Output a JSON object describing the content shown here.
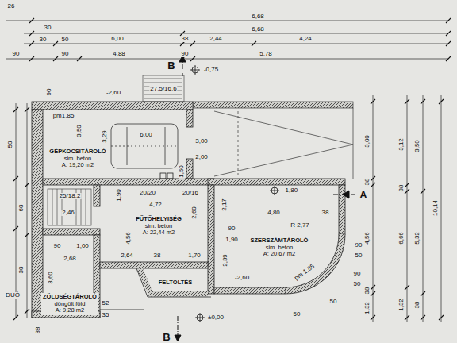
{
  "diagram": {
    "nodes": [
      {
        "text": [
          "GÉPKOCSITÁROLÓ",
          "sim. beton",
          "A: 19,20 m2"
        ]
      },
      {
        "text": [
          "FŰTŐHELYISÉG",
          "sim. beton",
          "A: 22,44 m2"
        ]
      },
      {
        "text": [
          "SZERSZÁMTÁROLÓ",
          "sim. beton",
          "A: 20,67 m2"
        ]
      },
      {
        "text": [
          "ZÖLDSÉGTÁROLÓ",
          "döngölt föld",
          "A: 9,28 m2"
        ]
      },
      {
        "text": [
          "FELTÖLTÉS"
        ]
      }
    ],
    "labels": [
      "26",
      "6,68",
      "6,68",
      "30",
      "30",
      "50",
      "6,00",
      "38",
      "2,44",
      "4,24",
      "90",
      "90",
      "4,88",
      "90",
      "5,78",
      "B",
      "-0,75",
      "27,5/16,6",
      "-2,60",
      "90",
      "pm1,85",
      "6,00",
      "3,50",
      "3,29",
      "3,00",
      "2,00",
      "1,50",
      "1,90",
      "20/20",
      "20/16",
      "25/18,2",
      "2,46",
      "4,72",
      "4,56",
      "2,60",
      "2,17",
      "-1,80",
      "4,80",
      "38",
      "R 2,77",
      "90",
      "1,90",
      "2,39",
      "90",
      "50",
      "90",
      "50",
      "50",
      "50",
      "pm 1,85",
      "-2,60",
      "1,70",
      "38",
      "2,64",
      "2,68",
      "1,00",
      "90",
      "3,60",
      "52",
      "35",
      "38",
      "±0,00",
      "B",
      "A",
      "DUÓ",
      "3,00",
      "38",
      "4,56",
      "38",
      "1,32",
      "3,12",
      "38",
      "6,66",
      "1,32",
      "3,50",
      "5,32",
      "38",
      "10,14",
      "50",
      "60",
      "30"
    ]
  }
}
